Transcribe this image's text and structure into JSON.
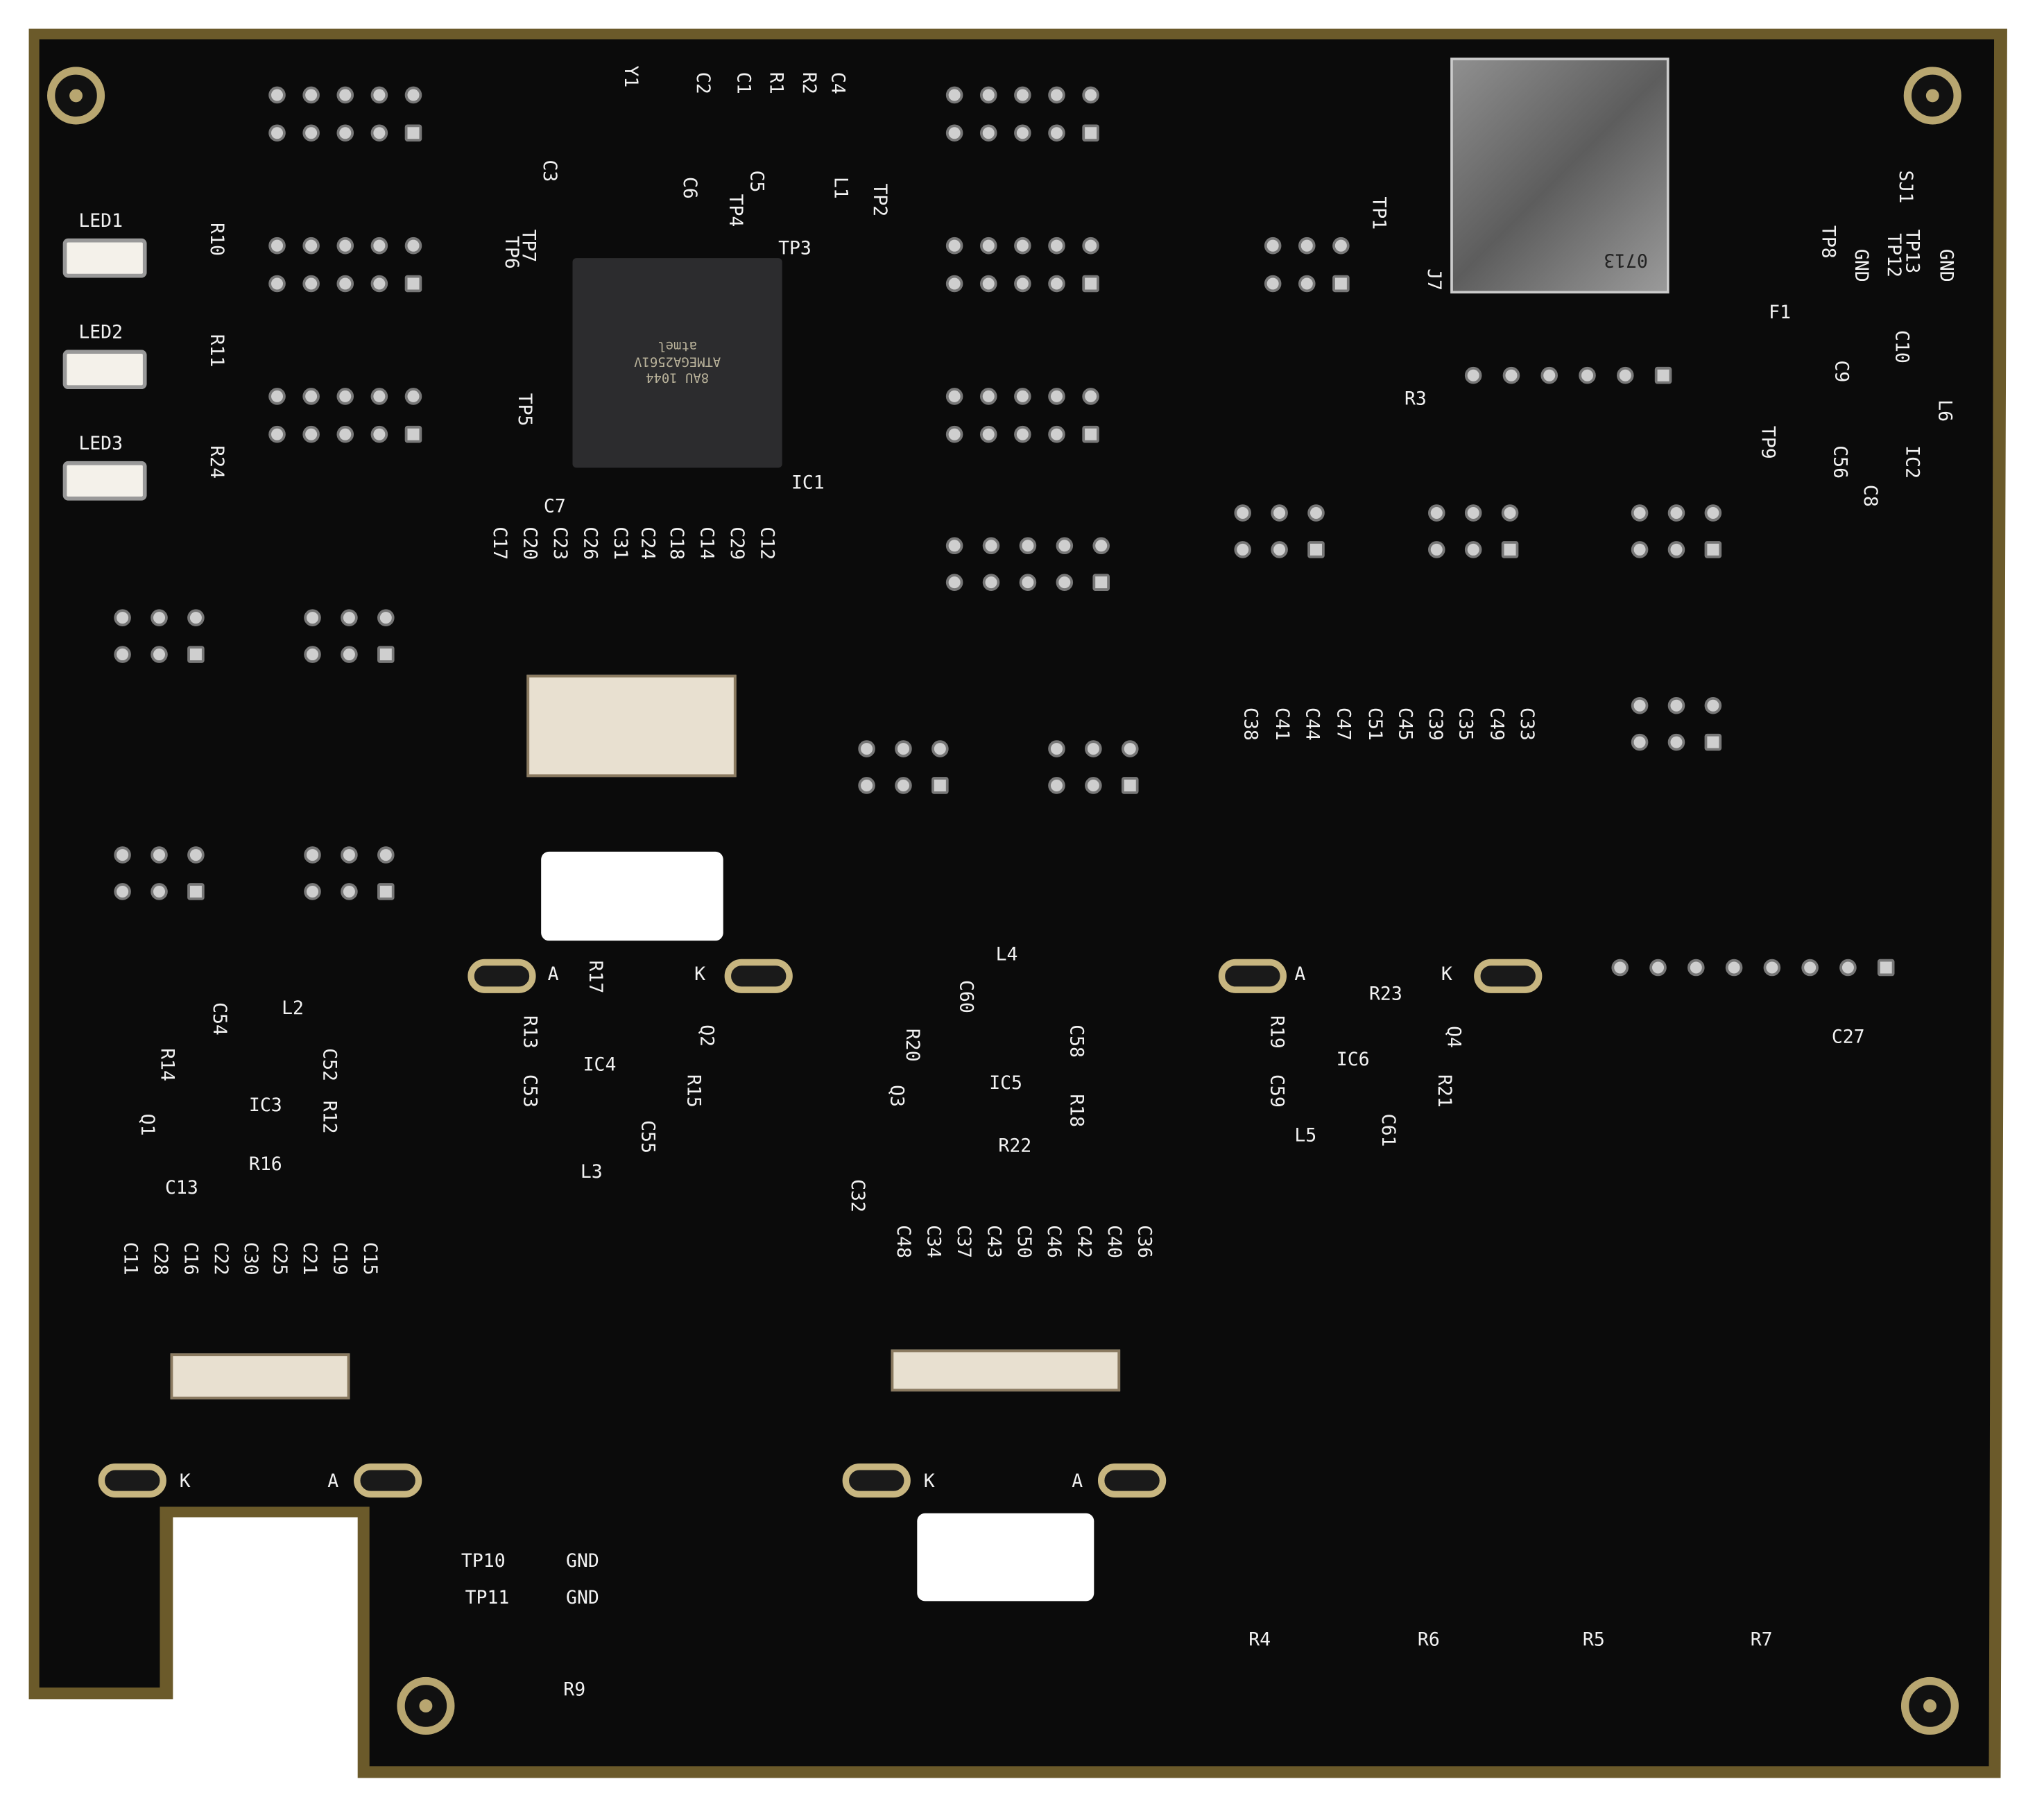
{
  "board": {
    "solder_mask_color": "#0b0b0b",
    "edge_color": "#6b5a2a",
    "silkscreen_color": "#f2f2f2"
  },
  "ic1": {
    "brand": "atmel",
    "part": "ATMEGA2561V",
    "code": "8AU 1044"
  },
  "sd_card": {
    "marking": "0713"
  },
  "labels": [
    "LED1",
    "LED2",
    "LED3",
    "R10",
    "R11",
    "R24",
    "Y1",
    "C3",
    "C2",
    "C1",
    "R1",
    "R2",
    "C4",
    "C5",
    "C6",
    "TP4",
    "L1",
    "TP2",
    "TP7",
    "TP6",
    "TP3",
    "TP5",
    "IC1",
    "C7",
    "C17",
    "C20",
    "C23",
    "C26",
    "C31",
    "C24",
    "C18",
    "C14",
    "C29",
    "C12",
    "TP1",
    "J7",
    "R3",
    "TP8",
    "GND",
    "TP12",
    "TP13",
    "GND",
    "SJ1",
    "F1",
    "C10",
    "C9",
    "L6",
    "IC2",
    "C56",
    "C8",
    "TP9",
    "C38",
    "C41",
    "C44",
    "C47",
    "C51",
    "C45",
    "C39",
    "C35",
    "C49",
    "C33",
    "A",
    "K",
    "A",
    "K",
    "R17",
    "L4",
    "C60",
    "R20",
    "C58",
    "Q2",
    "R13",
    "C53",
    "IC4",
    "R15",
    "C55",
    "L3",
    "IC5",
    "Q3",
    "R18",
    "R22",
    "L2",
    "C54",
    "R14",
    "C52",
    "IC3",
    "R12",
    "Q1",
    "R16",
    "R19",
    "R23",
    "Q4",
    "IC6",
    "C59",
    "R21",
    "L5",
    "C61",
    "C27",
    "C13",
    "C11",
    "C28",
    "C16",
    "C22",
    "C30",
    "C25",
    "C21",
    "C19",
    "C15",
    "C32",
    "C48",
    "C34",
    "C37",
    "C43",
    "C50",
    "C46",
    "C42",
    "C40",
    "C36",
    "K",
    "A",
    "K",
    "A",
    "TP10",
    "GND",
    "TP11",
    "GND",
    "R9",
    "R4",
    "R6",
    "R5",
    "R7"
  ]
}
